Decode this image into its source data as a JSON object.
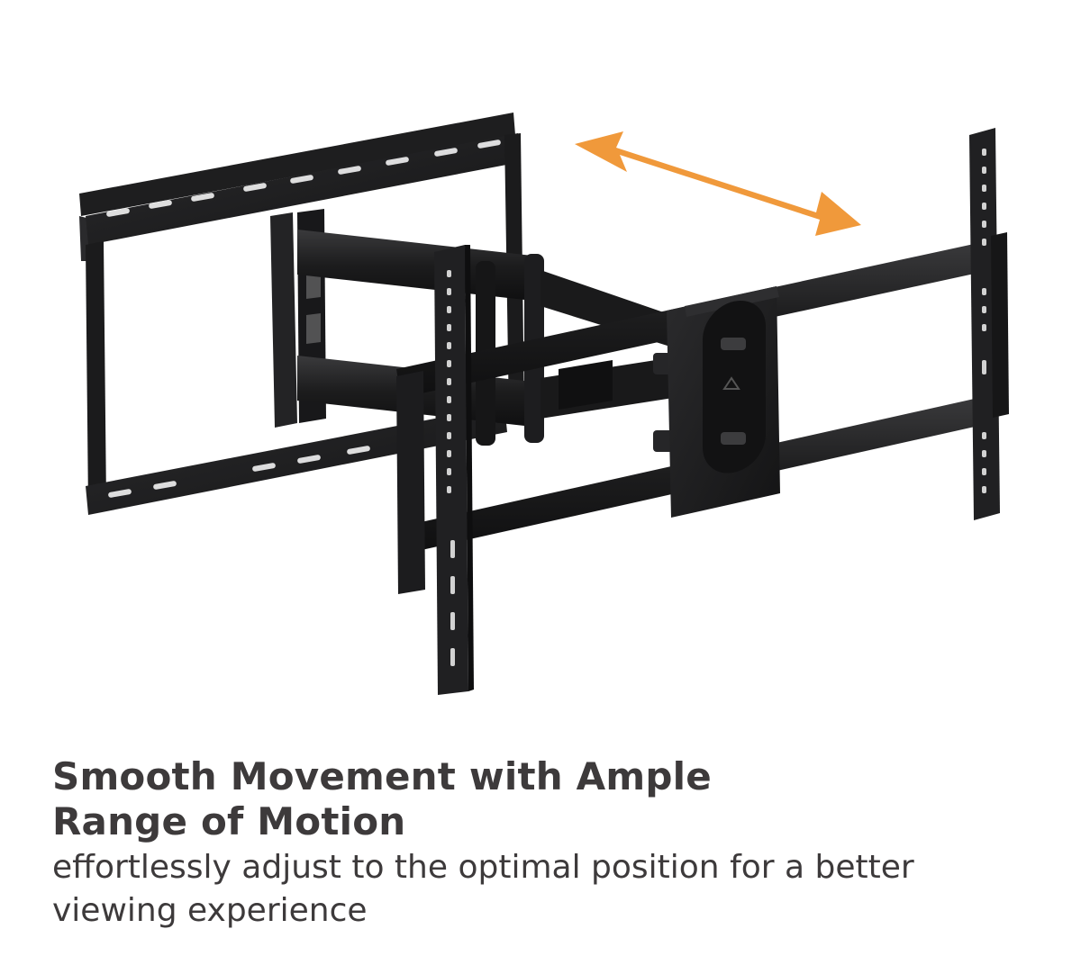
{
  "product": {
    "image_name": "full-motion-tv-wall-mount",
    "motion_arrow_color": "#f0993b"
  },
  "caption": {
    "headline": "Smooth Movement with Ample Range of Motion",
    "subline": "effortlessly adjust to the optimal position for a better viewing experience"
  },
  "colors": {
    "text": "#3d3a3b",
    "metal": "#1f1f20",
    "background": "#ffffff"
  }
}
